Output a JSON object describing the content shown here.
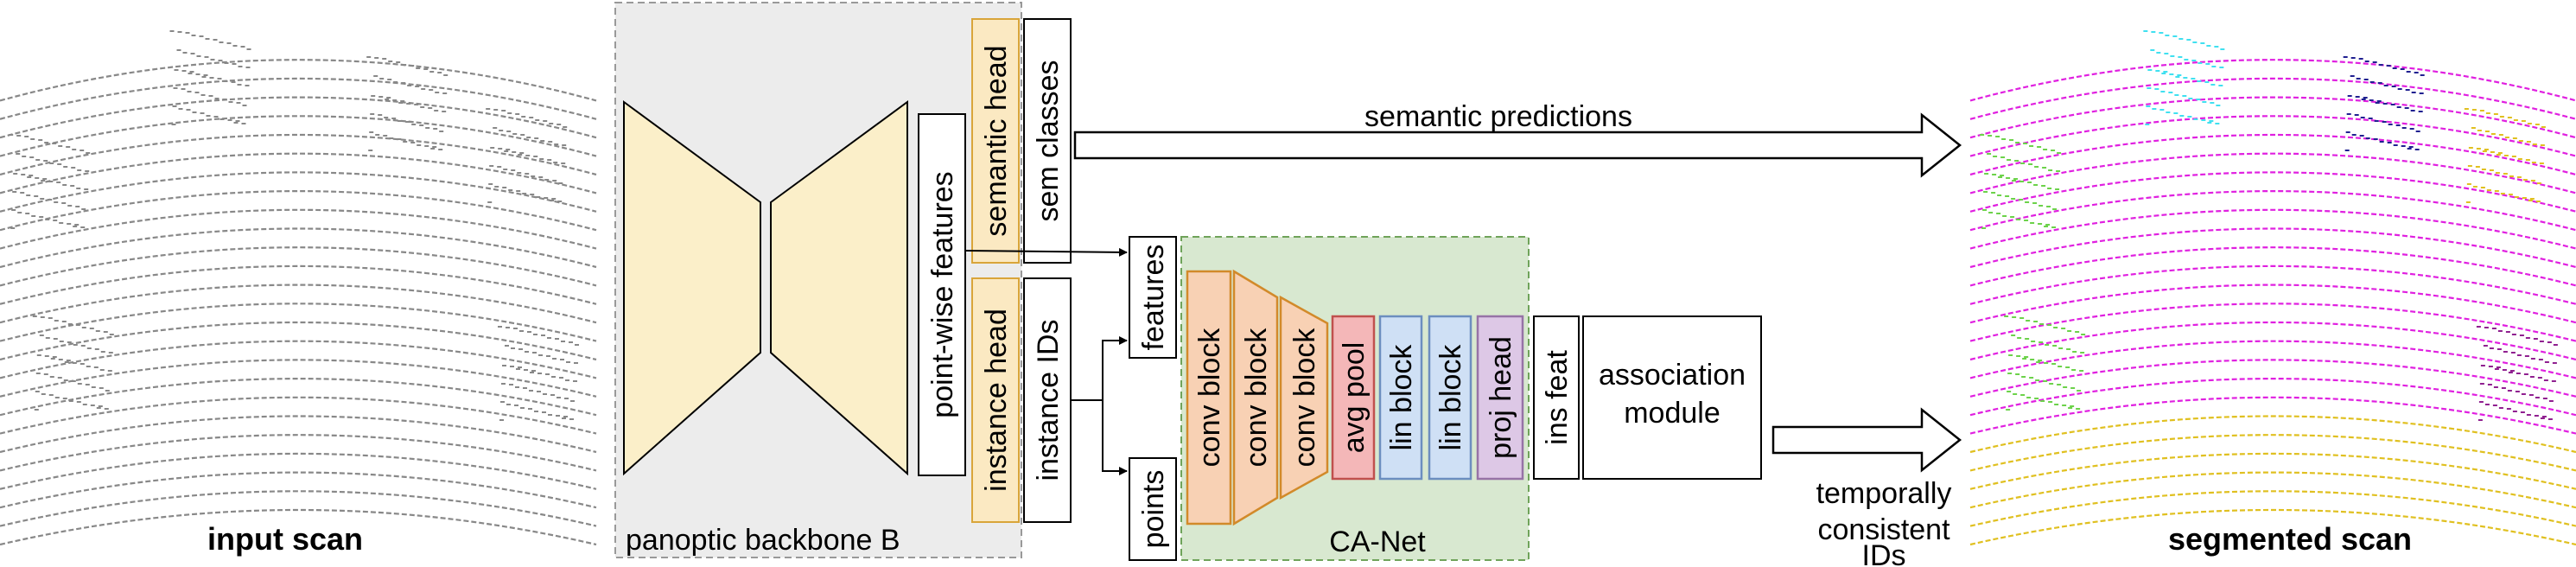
{
  "colors": {
    "backbone_region": "#ececec",
    "backbone_fill": "#fbefc9",
    "backbone_stroke": "#000000",
    "head_fill": "#fbe9c2",
    "head_stroke": "#d9a53a",
    "canet_region": "#d8e8d0",
    "canet_border": "#6fa35a",
    "conv_fill": "#f8d1b4",
    "conv_stroke": "#d28a2a",
    "pool_fill": "#f4b7b8",
    "pool_stroke": "#c0504d",
    "lin_fill": "#cfe0f5",
    "lin_stroke": "#6c8ebf",
    "proj_fill": "#ddc8e6",
    "proj_stroke": "#9673a6",
    "seg_magenta": "#e020e0",
    "seg_green": "#6cd24a",
    "seg_yellow": "#e0c020",
    "seg_cyan": "#40e0f0",
    "seg_navy": "#202090",
    "seg_purple": "#902090",
    "scan_gray": "#888888"
  },
  "input_scan": {
    "caption": "input scan"
  },
  "segmented_scan": {
    "caption": "segmented scan"
  },
  "backbone": {
    "region_label": "panoptic backbone B",
    "features_label": "point-wise features",
    "semantic_head": "semantic head",
    "semantic_output": "sem classes",
    "instance_head": "instance head",
    "instance_output": "instance IDs"
  },
  "canet": {
    "region_label": "CA-Net",
    "input_features": "features",
    "input_points": "points",
    "blocks": [
      "conv block",
      "conv block",
      "conv block",
      "avg pool",
      "lin block",
      "lin block",
      "proj head"
    ],
    "output": "ins feat"
  },
  "association": {
    "line1": "association",
    "line2": "module"
  },
  "arrows": {
    "semantic": "semantic predictions",
    "temporal_line1": "temporally",
    "temporal_line2": "consistent",
    "temporal_line3": "IDs"
  }
}
